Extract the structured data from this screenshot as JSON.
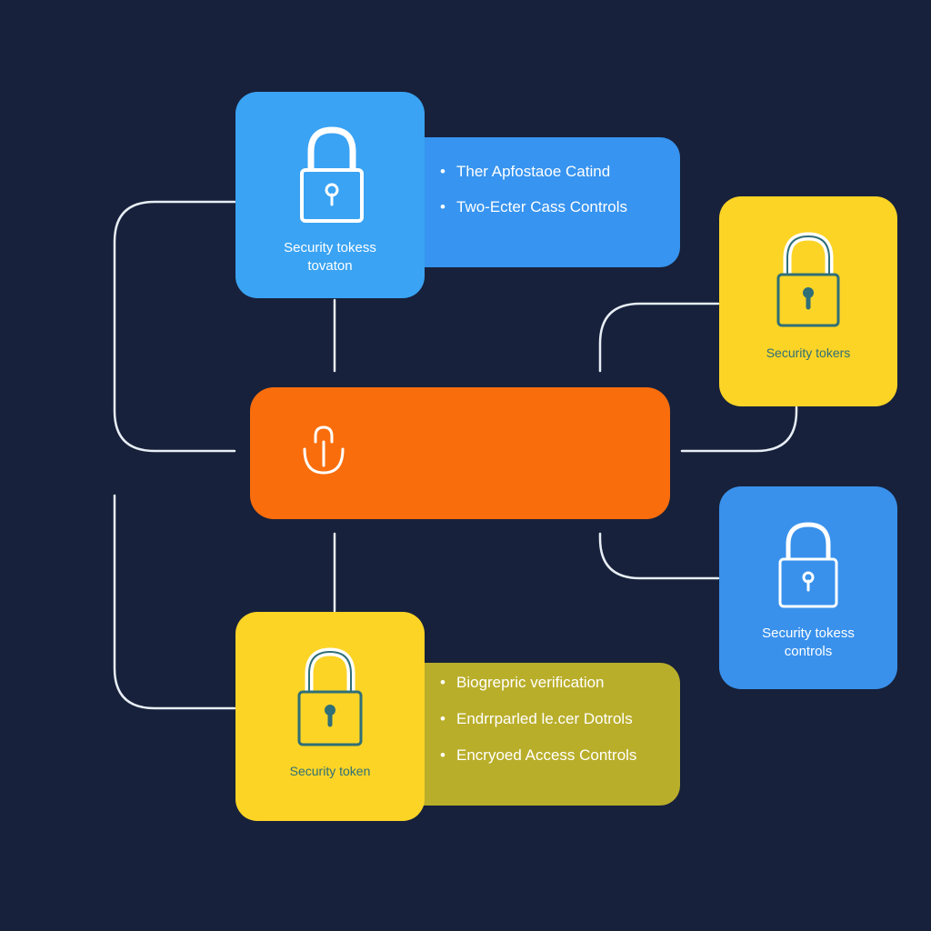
{
  "diagram": {
    "colors": {
      "background": "#17213b",
      "connector": "#e8eef6",
      "blue": "#3aa3f3",
      "yellow": "#fbd426",
      "orange": "#f96d0c",
      "olive": "#b9ae2a"
    },
    "top_left_tile": {
      "icon": "padlock-icon",
      "label_line1": "Security tokess",
      "label_line2": "tovaton"
    },
    "top_panel": {
      "items": [
        "Ther Apfostaoe Catind",
        "Two-Ecter Cass Controls"
      ]
    },
    "right_top_tile": {
      "icon": "padlock-icon",
      "label_line1": "Security tokers"
    },
    "center_bar": {
      "icon": "unlocked-shackle-icon"
    },
    "right_bottom_tile": {
      "icon": "padlock-icon",
      "label_line1": "Security tokess",
      "label_line2": "controls"
    },
    "bottom_left_tile": {
      "icon": "padlock-icon",
      "label_line1": "Security token"
    },
    "bottom_panel": {
      "items": [
        "Biogrepric verification",
        "Endrrparled le.cer Dotrols",
        "Encryoed Access Controls"
      ]
    }
  }
}
